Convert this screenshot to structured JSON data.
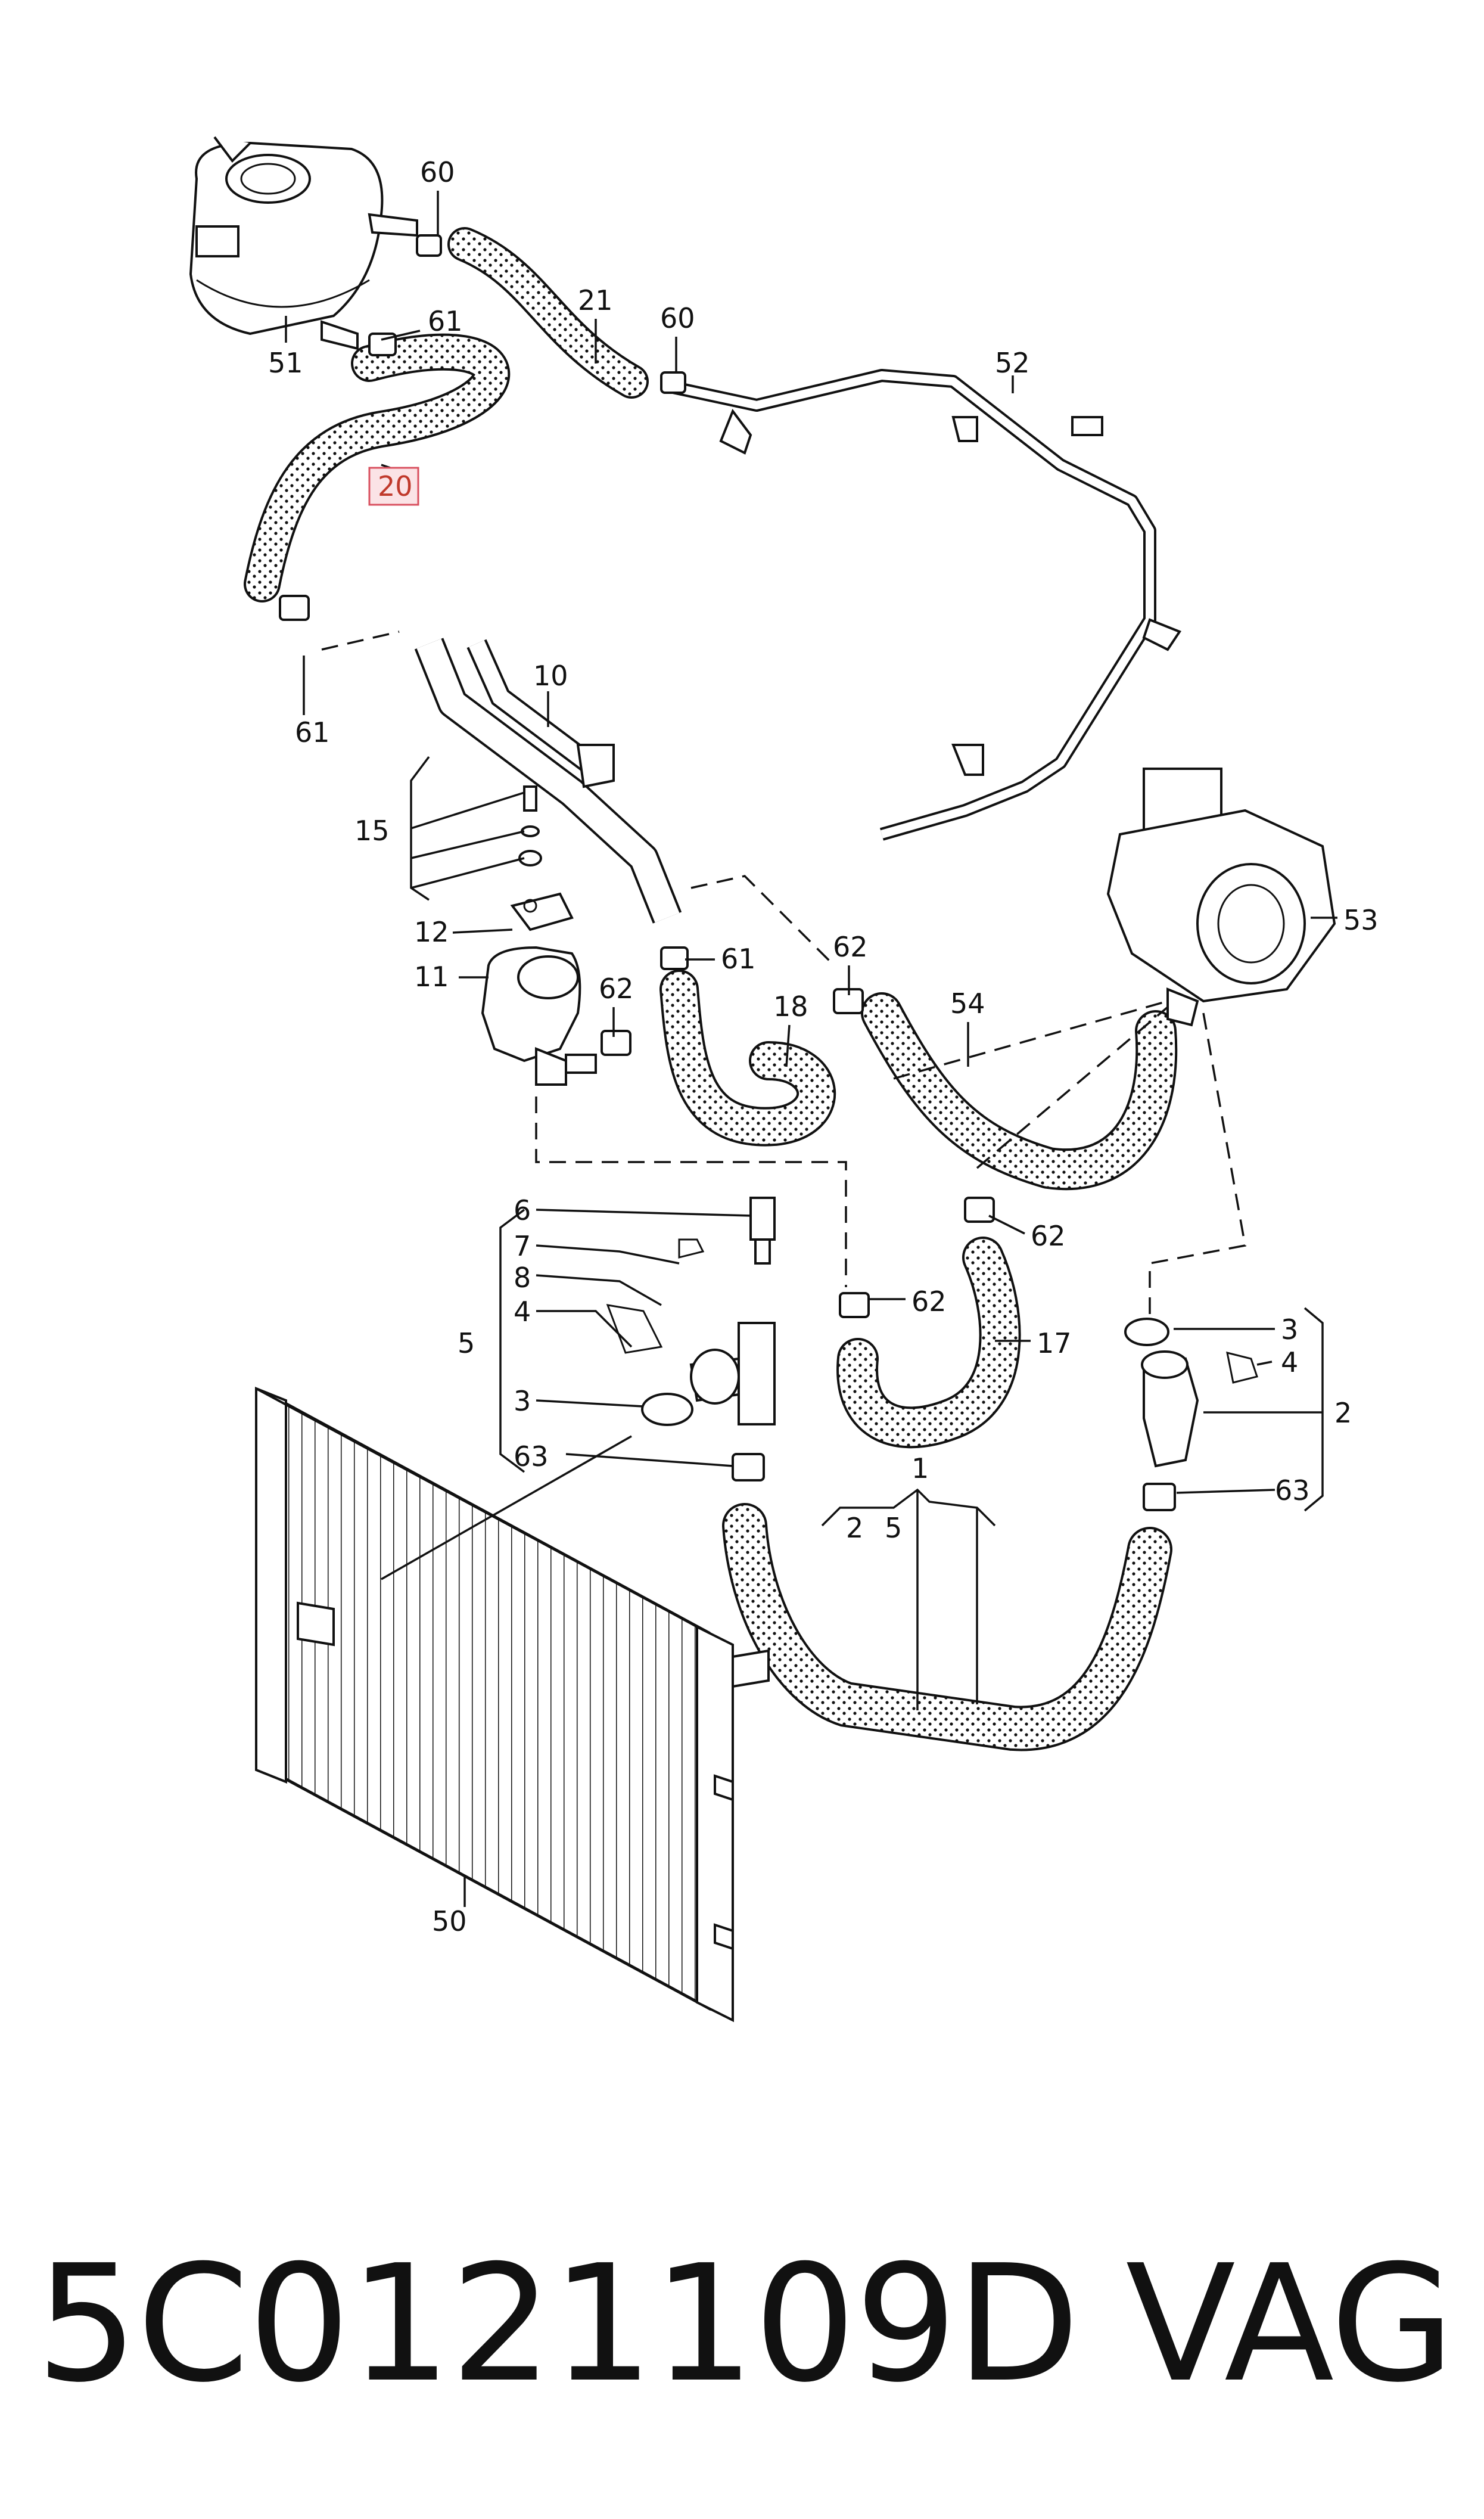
{
  "diagram": {
    "callouts": {
      "c60a": "60",
      "c60b": "60",
      "c61a": "61",
      "c61b": "61",
      "c61c": "61",
      "c21": "21",
      "c51": "51",
      "c52": "52",
      "c20": "20",
      "c10": "10",
      "c15": "15",
      "c12": "12",
      "c11": "11",
      "c62a": "62",
      "c62b": "62",
      "c62c": "62",
      "c62d": "62",
      "c18": "18",
      "c54": "54",
      "c53": "53",
      "c6": "6",
      "c7": "7",
      "c8": "8",
      "c4a": "4",
      "c5": "5",
      "c3a": "3",
      "c63a": "63",
      "c17": "17",
      "c3b": "3",
      "c4b": "4",
      "c2": "2",
      "c63b": "63",
      "c1": "1",
      "c2b": "2",
      "c5b": "5",
      "c50": "50"
    },
    "highlighted_part": "20"
  },
  "footer": {
    "part_number": "5C0121109D",
    "brand": "VAG"
  }
}
